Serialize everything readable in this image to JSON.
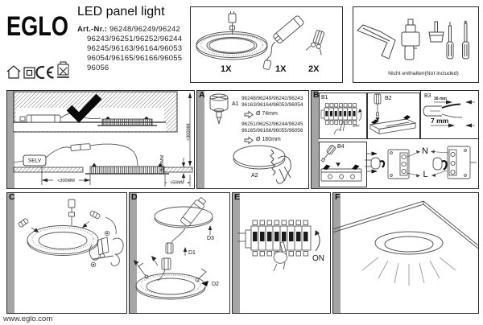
{
  "header": {
    "brand": "EGLO",
    "title": "LED panel light",
    "art_label": "Art.-Nr.:",
    "art_line1": "96248/96249/96242",
    "art_line2": "96243/96251/96252/96244",
    "art_line3": "96245/96163/96164/96053",
    "art_line4": "96054/96165/96166/96055",
    "art_line5": "96056",
    "icons": [
      "indoor-use-icon",
      "class2-insulation-icon",
      "ce-mark-icon",
      "weee-bin-icon"
    ]
  },
  "included_box": {
    "panel_qty": "1X",
    "driver_qty": "1X",
    "clips_qty": "2X"
  },
  "tools_box": {
    "note": "Nicht enthalten(Not included)"
  },
  "overview": {
    "selv": "SELV",
    "dim_recess": "<300MM",
    "dim_edge": ">50MM",
    "dim_thickness": "3-18MM",
    "dim_clearance": ">300MM"
  },
  "panel_a": {
    "letter": "A",
    "step1": "A1",
    "step2": "A2",
    "group1_nums1": "96248/96249/96242/96243",
    "group1_nums2": "96163/96164/96053/96054",
    "group1_dia": "Ø 74mm",
    "group2_nums1": "96251/96252/96244/96245",
    "group2_nums2": "96165/96166/96055/96056",
    "group2_dia": "Ø 160mm"
  },
  "panel_b": {
    "letter": "B",
    "step1": "B1",
    "step2": "B2",
    "step3": "B3",
    "step4": "B4",
    "off_label": "OFF",
    "strip_len1": "16 mm",
    "strip_len2": "7 mm",
    "neutral": "N",
    "live": "L"
  },
  "panel_c": {
    "letter": "C"
  },
  "panel_d": {
    "letter": "D",
    "step1": "D1",
    "step2": "D2",
    "step3": "D3"
  },
  "panel_e": {
    "letter": "E",
    "on_label": "ON"
  },
  "panel_f": {
    "letter": "F"
  },
  "footer": {
    "website": "www.eglo.com"
  }
}
